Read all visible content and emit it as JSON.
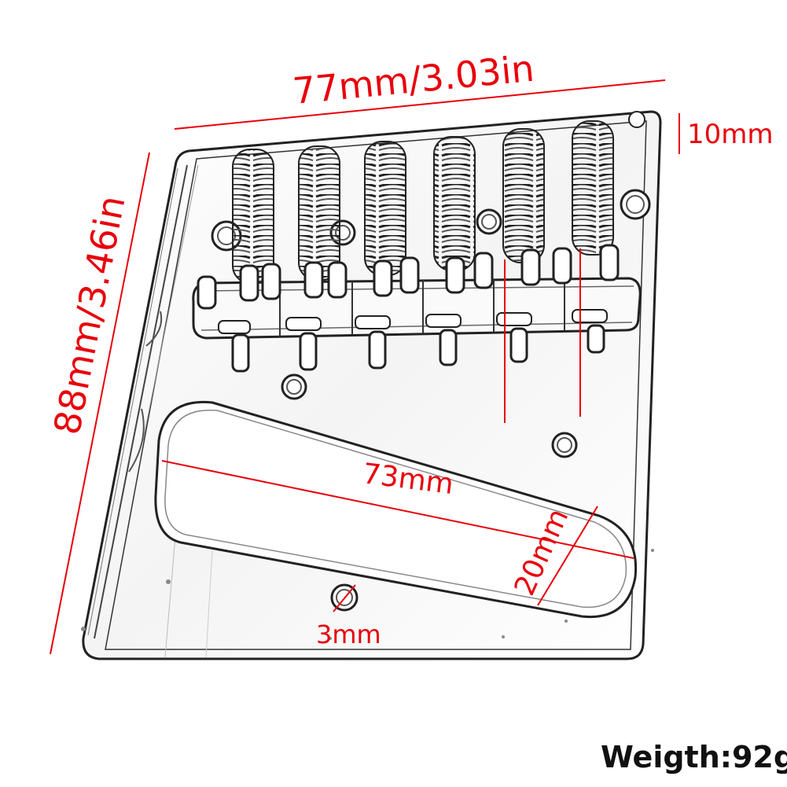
{
  "product": {
    "subject": "telecaster-bridge-plate",
    "accent_color": "#e8000b",
    "line_color": "#222222"
  },
  "dimensions": {
    "width_label": "77mm/3.03in",
    "height_label": "88mm/3.46in",
    "edge_label": "10mm",
    "slot_length_label": "73mm",
    "slot_width_label": "20mm",
    "hole_label": "3mm"
  },
  "weight_label": "Weigth:92g"
}
